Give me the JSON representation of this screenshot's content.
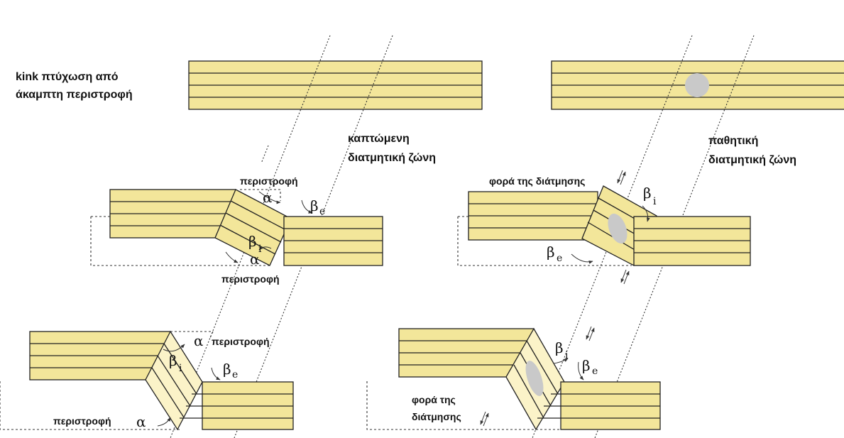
{
  "labels": {
    "kink_title_line1": "kink πτύχωση από",
    "kink_title_line2": "άκαμπτη περιστροφή",
    "bending_zone_line1": "καπτώμενη",
    "bending_zone_line2": "διατμητική ζώνη",
    "passive_zone_line1": "παθητική",
    "passive_zone_line2": "διατμητική ζώνη",
    "rotation": "περιστροφή",
    "shear_sense": "φορά της διάτμησης",
    "shear_sense_line1": "φορά της",
    "shear_sense_line2": "διάτμησης"
  },
  "symbols": {
    "alpha": "α",
    "beta": "β",
    "sub_i": "i",
    "sub_e": "e"
  },
  "colors": {
    "bed_fill": "#f3e69a",
    "kink_fill_light": "#fbf3c8",
    "strain_marker": "#c9c9c9",
    "line": "#222222"
  }
}
